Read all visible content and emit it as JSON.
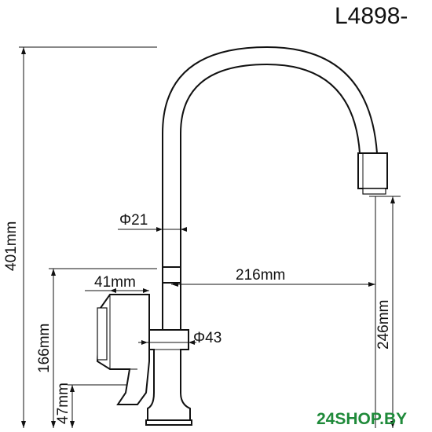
{
  "model": "L4898-",
  "dimensions": {
    "total_height": "401mm",
    "spout_diameter": "Φ21",
    "handle_length": "41mm",
    "reach": "216mm",
    "body_diameter": "Φ43",
    "spout_height": "246mm",
    "lever_height": "166mm",
    "base_height": "47mm"
  },
  "watermark": "24SHOP.BY",
  "colors": {
    "line": "#111111",
    "watermark": "#1f8a3a"
  }
}
